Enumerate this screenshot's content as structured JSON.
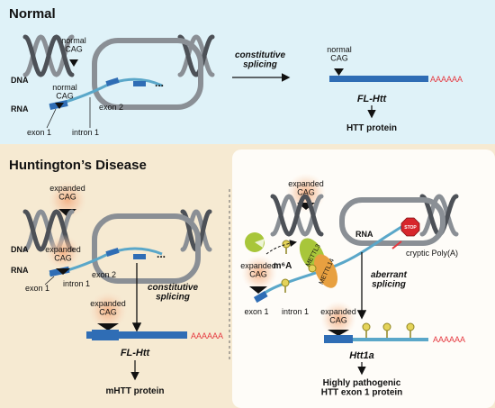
{
  "colors": {
    "normal_bg": "#dff2f8",
    "disease_bg": "#f6ead2",
    "helix_dark": "#4d5157",
    "helix_light": "#8a8f95",
    "rna_line": "#5aa7c9",
    "exon": "#2f6db5",
    "polya": "#e5373e",
    "glow": "#f2b48a",
    "methyl_lime": "#a8c63a",
    "methyl_orange": "#e8a040",
    "stop_red": "#d7262c"
  },
  "normal": {
    "title": "Normal",
    "dna_label": "DNA",
    "rna_label": "RNA",
    "normal_cag_dna": "normal\nCAG",
    "normal_cag_rna": "normal\nCAG",
    "exon1": "exon 1",
    "exon2": "exon 2",
    "intron1": "intron 1",
    "ellipsis": "...",
    "arrow_label": "constitutive\nsplicing",
    "mrna_cag": "normal\nCAG",
    "polya": "AAAAAA",
    "transcript_name": "FL-Htt",
    "protein": "HTT protein"
  },
  "hd": {
    "title": "Huntington’s Disease",
    "left": {
      "expanded_cag_dna": "expanded\nCAG",
      "expanded_cag_rna": "expanded\nCAG",
      "dna_label": "DNA",
      "rna_label": "RNA",
      "exon1": "exon 1",
      "exon2": "exon 2",
      "intron1": "intron 1",
      "ellipsis": "...",
      "arrow_label": "constitutive\nsplicing",
      "mrna_cag": "expanded\nCAG",
      "polya": "AAAAAA",
      "transcript_name": "FL-Htt",
      "protein": "mHTT protein"
    },
    "right": {
      "expanded_cag_dna": "expanded\nCAG",
      "expanded_cag_rna": "expanded\nCAG",
      "rna_label": "RNA",
      "stop": "STOP",
      "cryptic": "cryptic Poly(A)",
      "m6a": "m⁶A",
      "mettl3": "METTL3",
      "mettl14": "METTL14",
      "exon1": "exon 1",
      "intron1": "intron 1",
      "arrow_label": "aberrant\nsplicing",
      "mrna_cag": "expanded\nCAG",
      "polya": "AAAAAA",
      "transcript_name": "Htt1a",
      "protein": "Highly pathogenic\nHTT exon 1 protein"
    }
  }
}
